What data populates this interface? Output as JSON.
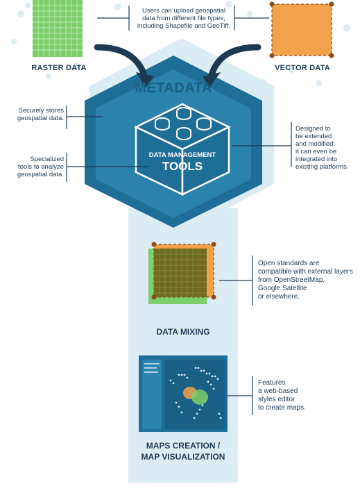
{
  "top": {
    "raster_label": "RASTER DATA",
    "vector_label": "VECTOR DATA",
    "upload_note": [
      "Users can upload geospatial",
      "data from different file types,",
      "including Shapefile and GeoTiff."
    ]
  },
  "hexagon": {
    "title": "METADATA",
    "cube_line1": "DATA MANAGEMENT",
    "cube_line2": "TOOLS"
  },
  "left_notes": {
    "stores": [
      "Securely stores",
      "geospatial data."
    ],
    "tools": [
      "Specialized",
      "tools to analyze",
      "geospatial data."
    ]
  },
  "right_notes": {
    "extend": [
      "Designed to",
      "be extended",
      "and modified;",
      "it can even be",
      "integrated into",
      "existing platforms."
    ],
    "open": [
      "Open standards are",
      "compatible with external layers",
      "from OpenStreetMap,",
      "Google Satellite",
      "or elsewhere."
    ],
    "editor": [
      "Features",
      "a web-based",
      "styles editor",
      "to create maps."
    ]
  },
  "sections": {
    "mixing": "DATA MIXING",
    "maps_line1": "MAPS CREATION /",
    "maps_line2": "MAP VISUALIZATION"
  },
  "colors": {
    "dark_blue": "#1f6e98",
    "mid_blue": "#2a82ad",
    "light_blue": "#dcecf5",
    "raster_green": "#7ccf6a",
    "vector_orange": "#f1a24a",
    "navy_text": "#1e3a52"
  }
}
